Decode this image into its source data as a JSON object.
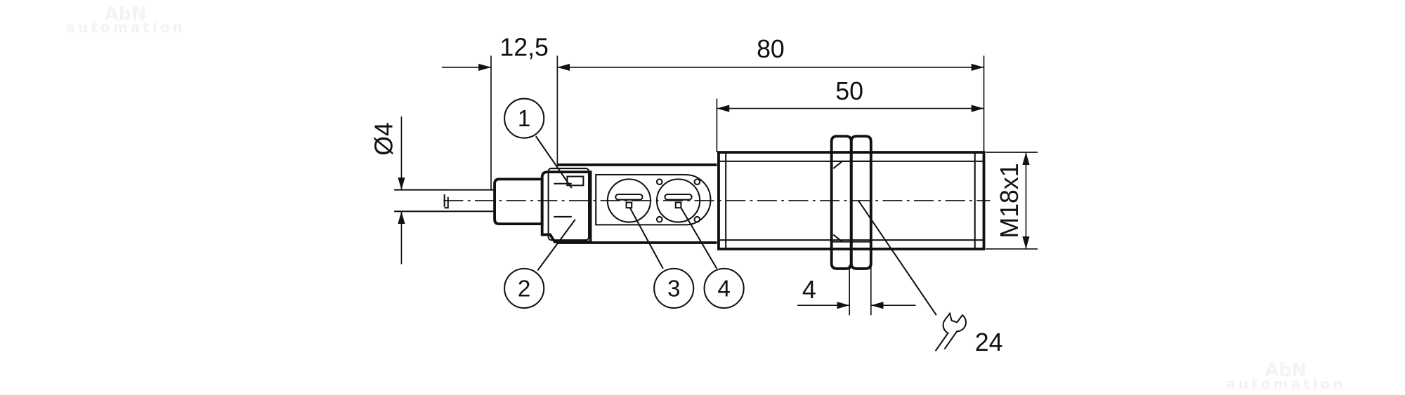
{
  "watermark": {
    "line1": "AbN",
    "line2": "automation"
  },
  "dimensions": {
    "cable_offset": "12,5",
    "total_length": "80",
    "thread_length": "50",
    "cable_diameter": "Ø4",
    "thread": "M18x1",
    "nut_thickness": "4",
    "wrench_size": "24"
  },
  "callouts": [
    "1",
    "2",
    "3",
    "4"
  ],
  "icons": {
    "wrench": "wrench-icon"
  }
}
